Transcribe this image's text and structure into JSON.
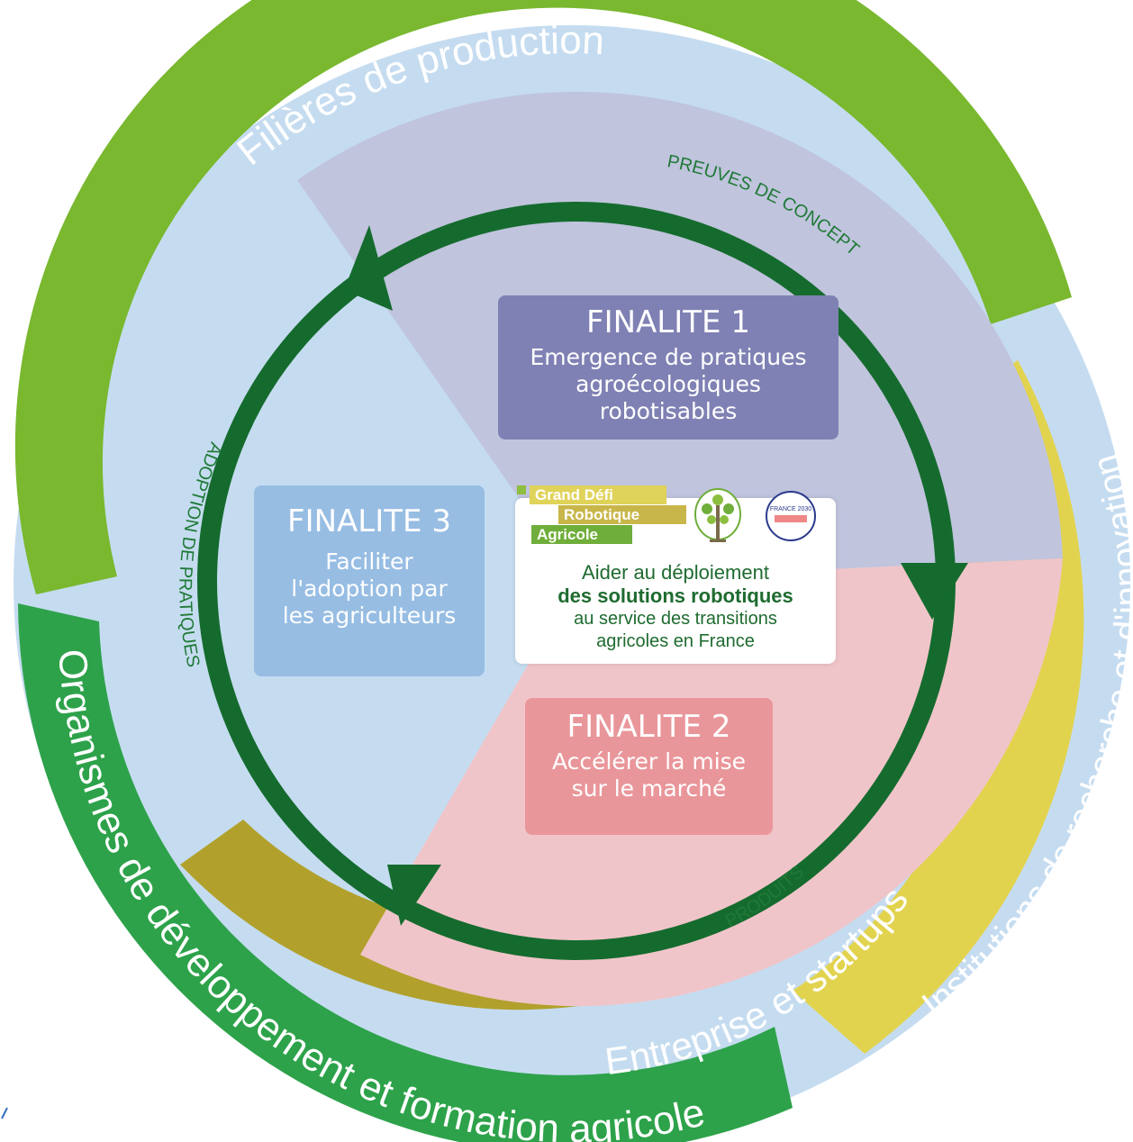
{
  "outer_ring": {
    "filieres": "Filières de production",
    "institutions": "Institutions de recherche et d'innovation",
    "organismes": "Organismes de développement et formation agricole"
  },
  "middle_ring": {
    "entreprise": "Entreprise et startups"
  },
  "cycle_labels": {
    "preuves": "PREUVES DE CONCEPT",
    "produits": "PRODUITS",
    "adoption": "ADOPTION DE PRATIQUES"
  },
  "finalite_1": {
    "title": "FINALITE 1",
    "lines": [
      "Emergence de pratiques",
      "agroécologiques",
      "robotisables"
    ]
  },
  "finalite_2": {
    "title": "FINALITE 2",
    "lines": [
      "Accélérer la mise",
      "sur le marché"
    ]
  },
  "finalite_3": {
    "title": "FINALITE 3",
    "lines": [
      "Faciliter",
      "l'adoption par",
      "les agriculteurs"
    ]
  },
  "center": {
    "logo_lines": [
      "Grand Défi",
      "Robotique",
      "Agricole"
    ],
    "france_logo": "FRANCE 2030",
    "lines": [
      "Aider au déploiement",
      "des solutions robotiques",
      "au service des transitions",
      "agricoles en France"
    ]
  },
  "colors": {
    "filieres_green": "#79b82f",
    "organismes_green": "#2da24a",
    "institutions_yellow": "#e2d34f",
    "entreprise_olive": "#b1a12c",
    "cycle_arrow": "#156b2e",
    "sector_1": "#c0c4dd",
    "sector_2": "#f0c5c9",
    "sector_3": "#c5dcf0"
  }
}
